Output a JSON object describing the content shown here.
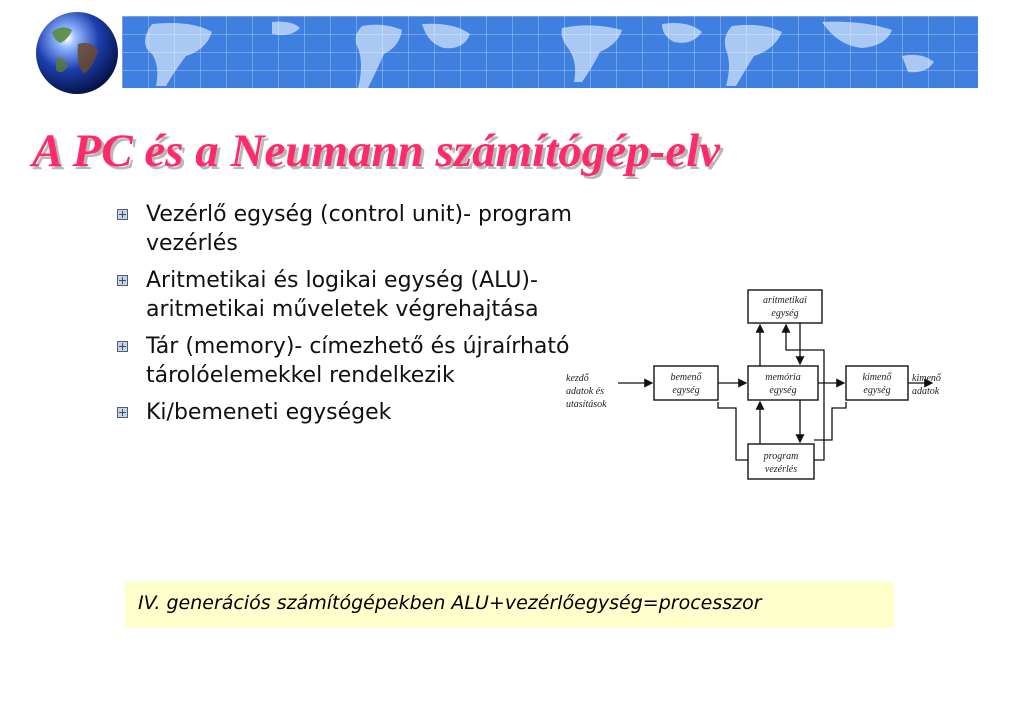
{
  "slide": {
    "title": "A PC és a Neumann számítógép-elv",
    "bullets": [
      "Vezérlő egység (control unit)- program vezérlés",
      "Aritmetikai és logikai egység (ALU)- aritmetikai műveletek végrehajtása",
      "Tár (memory)- címezhető és újraírható tárolóelemekkel rendelkezik",
      "Ki/bemeneti egységek"
    ],
    "note": "IV. generációs számítógépekben ALU+vezérlőegység=processzor"
  },
  "diagram": {
    "input_label": [
      "kezdő",
      "adatok és",
      "utasítások"
    ],
    "output_label": [
      "kimenő",
      "adatok"
    ],
    "boxes": {
      "input_unit": [
        "bemenő",
        "egység"
      ],
      "alu": [
        "aritmetikai",
        "egység"
      ],
      "memory": [
        "memória",
        "egység"
      ],
      "control": [
        "program",
        "vezérlés"
      ],
      "output_unit": [
        "kimenő",
        "egység"
      ]
    }
  },
  "colors": {
    "title": "#ff2a6a",
    "banner": "#3f7fe0",
    "note_background": "#ffffcc"
  }
}
